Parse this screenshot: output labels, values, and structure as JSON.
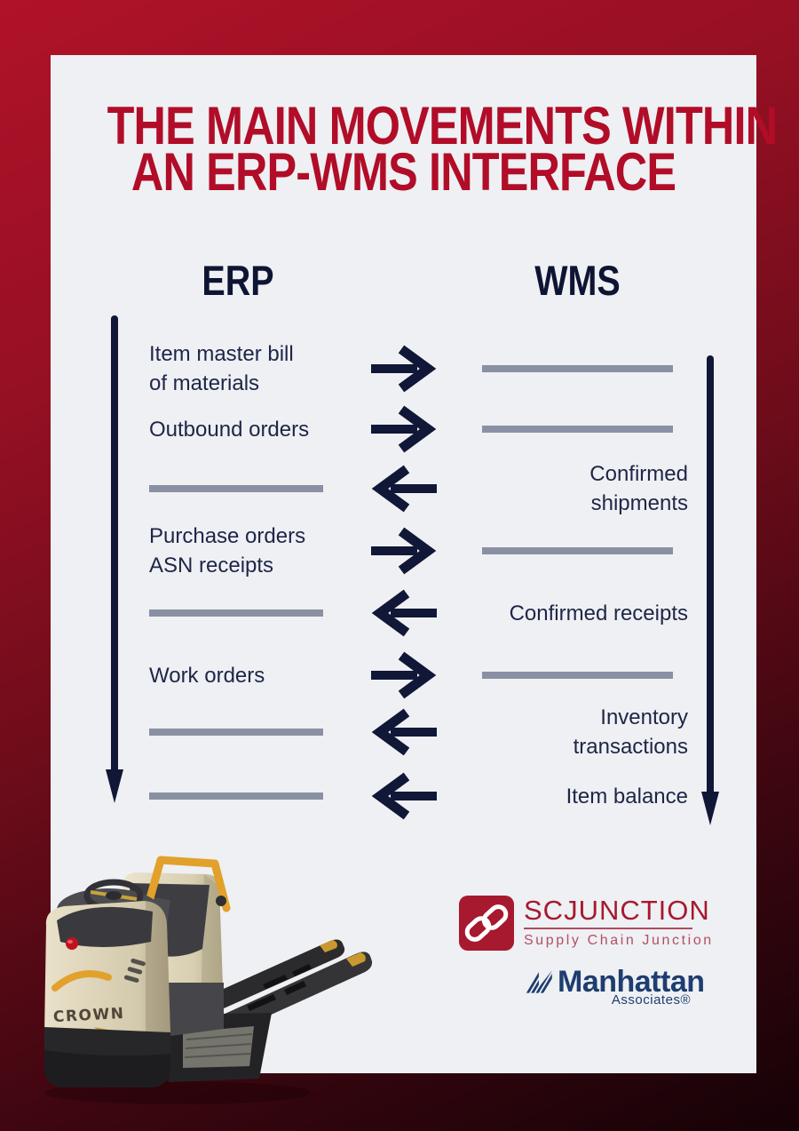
{
  "title": {
    "line1": "THE MAIN MOVEMENTS WITHIN",
    "line2": "AN ERP-WMS INTERFACE"
  },
  "columns": {
    "left": "ERP",
    "right": "WMS"
  },
  "rows": [
    {
      "left_label": "Item master bill\nof materials",
      "direction": "erp-to-wms",
      "right_label": ""
    },
    {
      "left_label": "Outbound orders",
      "direction": "erp-to-wms",
      "right_label": ""
    },
    {
      "left_label": "",
      "direction": "wms-to-erp",
      "right_label": "Confirmed\nshipments"
    },
    {
      "left_label": "Purchase orders\nASN receipts",
      "direction": "erp-to-wms",
      "right_label": ""
    },
    {
      "left_label": "",
      "direction": "wms-to-erp",
      "right_label": "Confirmed receipts"
    },
    {
      "left_label": "Work orders",
      "direction": "erp-to-wms",
      "right_label": ""
    },
    {
      "left_label": "",
      "direction": "wms-to-erp",
      "right_label": "Inventory\ntransactions"
    },
    {
      "left_label": "",
      "direction": "wms-to-erp",
      "right_label": "Item balance"
    }
  ],
  "logos": {
    "scjunction": {
      "name": "SCJUNCTION",
      "tagline": "Supply Chain Junction"
    },
    "manhattan": {
      "name": "Manhattan",
      "sub": "Associates®"
    }
  },
  "forklift": {
    "brand": "CROWN"
  },
  "icons": {
    "scjunction": "chain-link-icon",
    "manhattan": "striped-peaks-icon",
    "flow_right": "arrow-right-icon",
    "flow_left": "arrow-left-icon",
    "flow_down": "arrow-down-icon"
  },
  "colors": {
    "accent_red": "#b10d28",
    "navy": "#111737",
    "text_navy": "#1f2547",
    "line_gray": "#8a90a4",
    "card_bg": "#eef0f3",
    "scj_red": "#a6192f",
    "manhattan_navy": "#1e3d70"
  }
}
